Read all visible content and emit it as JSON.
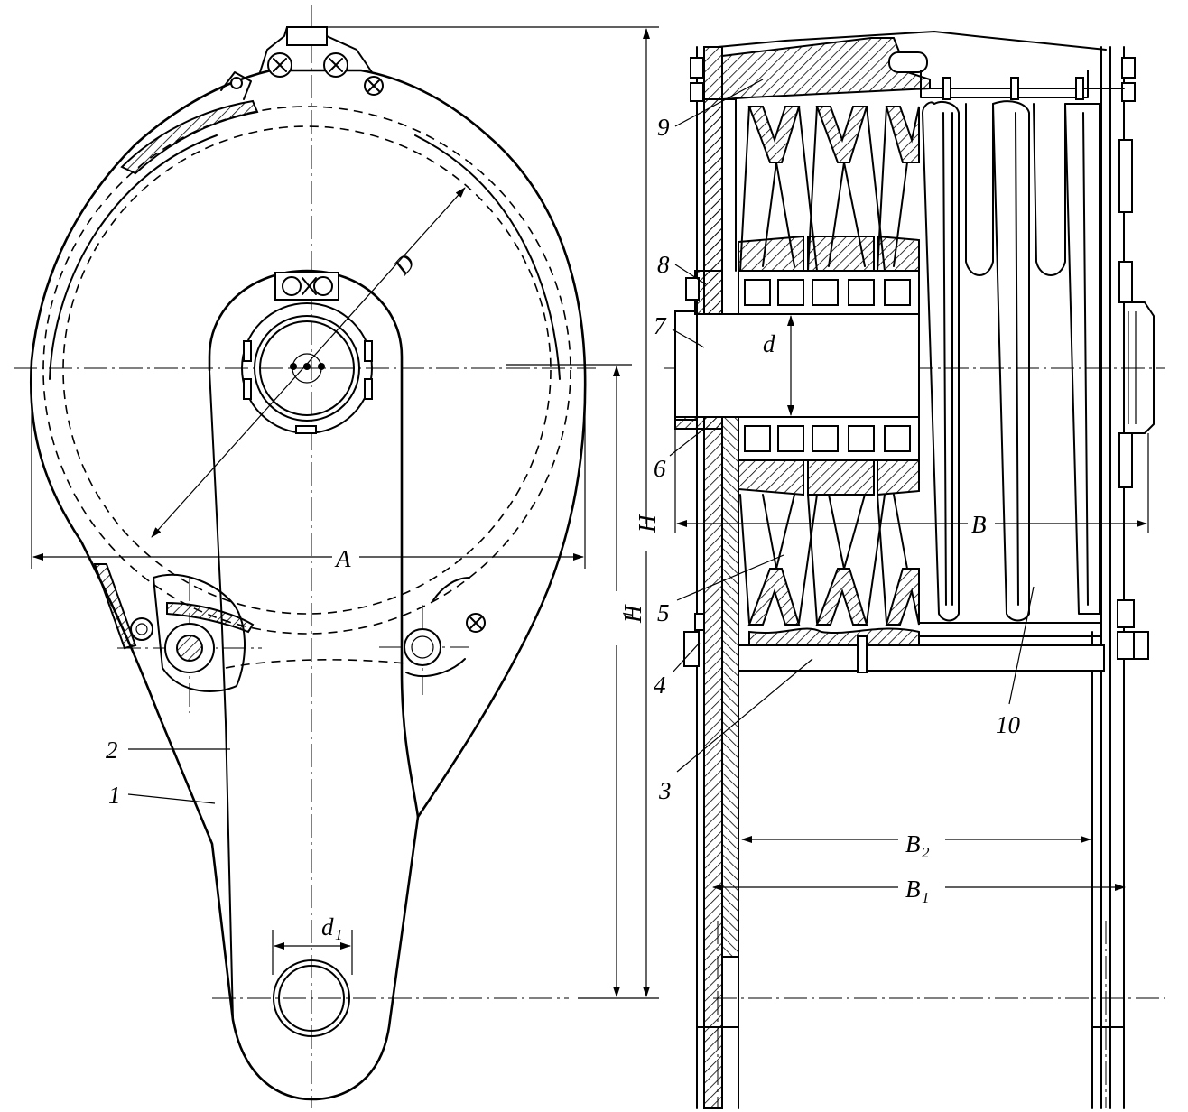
{
  "front_view": {
    "callouts": [
      {
        "id": "c1",
        "text": "1"
      },
      {
        "id": "c2",
        "text": "2"
      }
    ],
    "dimensions": {
      "A": "A",
      "D": "D",
      "d1_main": "d",
      "d1_sub": "1",
      "H": "H",
      "H1_main": "H",
      "H1_sub": "1"
    }
  },
  "side_view": {
    "callouts": [
      {
        "id": "c3",
        "text": "3"
      },
      {
        "id": "c4",
        "text": "4"
      },
      {
        "id": "c5",
        "text": "5"
      },
      {
        "id": "c6",
        "text": "6"
      },
      {
        "id": "c7",
        "text": "7"
      },
      {
        "id": "c8",
        "text": "8"
      },
      {
        "id": "c9",
        "text": "9"
      },
      {
        "id": "c10",
        "text": "10"
      }
    ],
    "dimensions": {
      "B": "B",
      "B1_main": "B",
      "B1_sub": "1",
      "B2_main": "B",
      "B2_sub": "2",
      "d": "d"
    }
  }
}
